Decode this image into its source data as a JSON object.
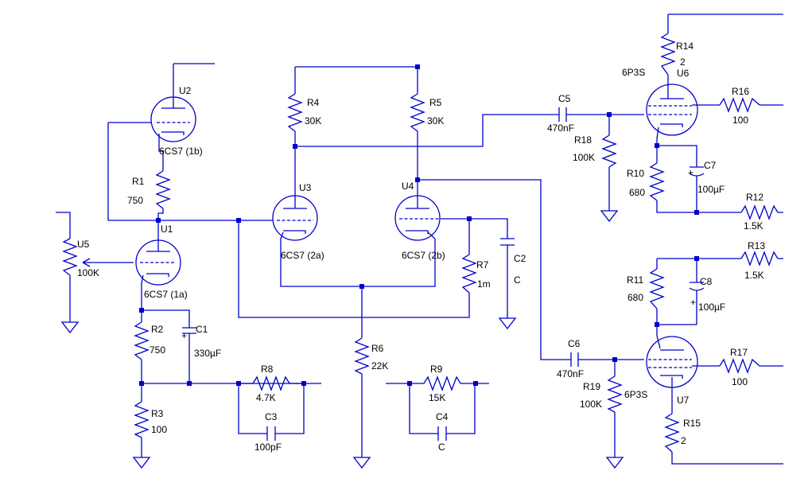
{
  "colors": {
    "wire": "#0000cc",
    "text": "#000000",
    "background": "#ffffff"
  },
  "components": {
    "u1": {
      "ref": "U1",
      "value": "6CS7 (1a)"
    },
    "u2": {
      "ref": "U2",
      "value": "6CS7 (1b)"
    },
    "u3": {
      "ref": "U3",
      "value": "6CS7 (2a)"
    },
    "u4": {
      "ref": "U4",
      "value": "6CS7 (2b)"
    },
    "u5": {
      "ref": "U5",
      "value": "100K"
    },
    "u6": {
      "ref": "U6",
      "value": "6P3S"
    },
    "u7": {
      "ref": "U7",
      "value": "6P3S"
    },
    "r1": {
      "ref": "R1",
      "value": "750"
    },
    "r2": {
      "ref": "R2",
      "value": "750"
    },
    "r3": {
      "ref": "R3",
      "value": "100"
    },
    "r4": {
      "ref": "R4",
      "value": "30K"
    },
    "r5": {
      "ref": "R5",
      "value": "30K"
    },
    "r6": {
      "ref": "R6",
      "value": "22K"
    },
    "r7": {
      "ref": "R7",
      "value": "1m"
    },
    "r8": {
      "ref": "R8",
      "value": "4.7K"
    },
    "r9": {
      "ref": "R9",
      "value": "15K"
    },
    "r10": {
      "ref": "R10",
      "value": "680"
    },
    "r11": {
      "ref": "R11",
      "value": "680"
    },
    "r12": {
      "ref": "R12",
      "value": "1.5K"
    },
    "r13": {
      "ref": "R13",
      "value": "1.5K"
    },
    "r14": {
      "ref": "R14",
      "value": "2"
    },
    "r15": {
      "ref": "R15",
      "value": "2"
    },
    "r16": {
      "ref": "R16",
      "value": "100"
    },
    "r17": {
      "ref": "R17",
      "value": "100"
    },
    "r18": {
      "ref": "R18",
      "value": "100K"
    },
    "r19": {
      "ref": "R19",
      "value": "100K"
    },
    "c1": {
      "ref": "C1",
      "value": "330µF"
    },
    "c2": {
      "ref": "C2",
      "value": "C"
    },
    "c3": {
      "ref": "C3",
      "value": "100pF"
    },
    "c4": {
      "ref": "C4",
      "value": "C"
    },
    "c5": {
      "ref": "C5",
      "value": "470nF"
    },
    "c6": {
      "ref": "C6",
      "value": "470nF"
    },
    "c7": {
      "ref": "C7",
      "value": "100µF"
    },
    "c8": {
      "ref": "C8",
      "value": "100µF"
    }
  },
  "symbols": {
    "polarity_plus": "+"
  }
}
